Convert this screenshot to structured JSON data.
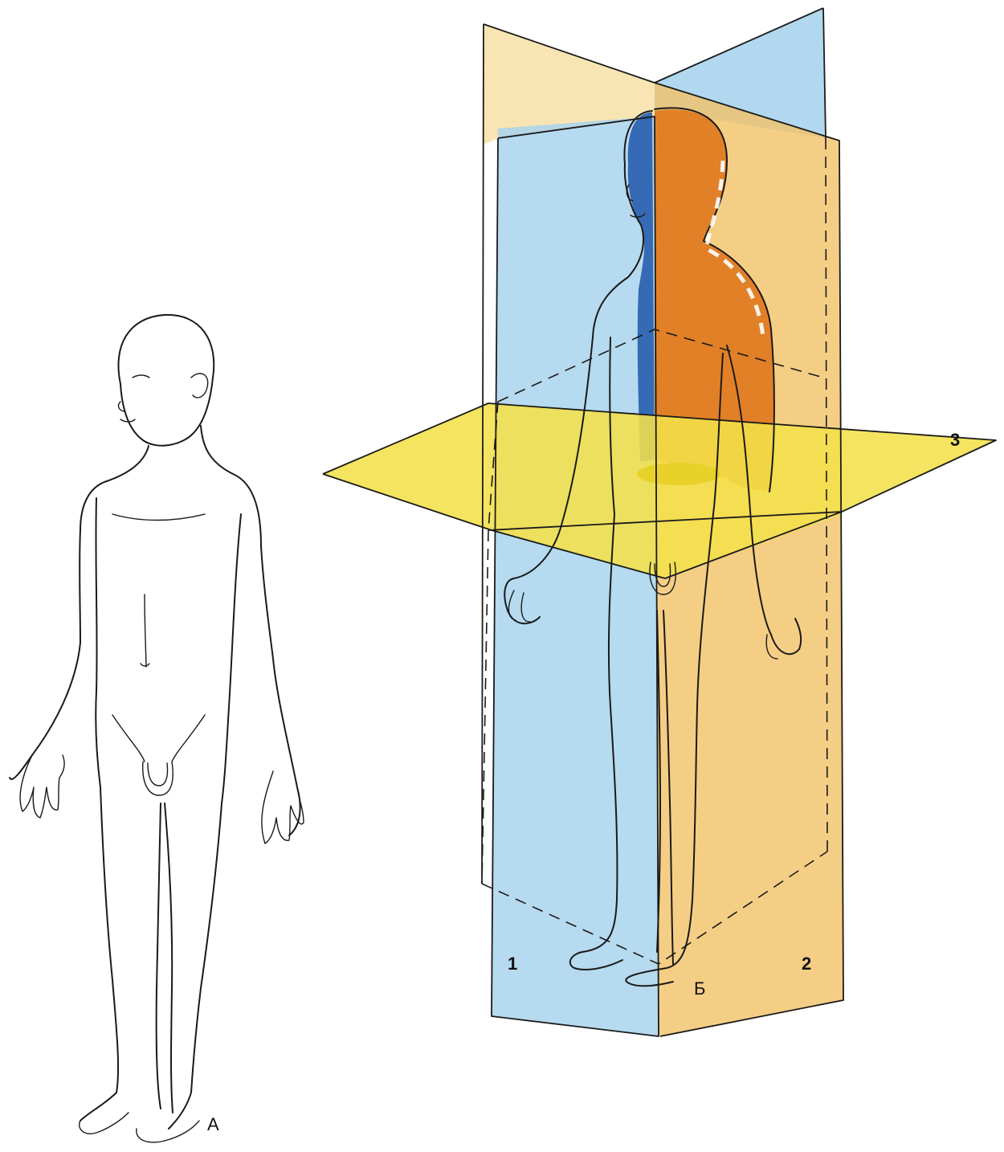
{
  "labels": {
    "figure_a": "А",
    "figure_b": "Б",
    "plane_1": "1",
    "plane_2": "2",
    "plane_3": "3"
  },
  "colors": {
    "sagittal_plane": "#a9d4ec",
    "frontal_plane": "#f3c267",
    "horizontal_plane": "#f4e04a",
    "body_left_half": "#2f64b0",
    "body_right_half": "#e07a1f",
    "outline": "#1a1a1a"
  }
}
